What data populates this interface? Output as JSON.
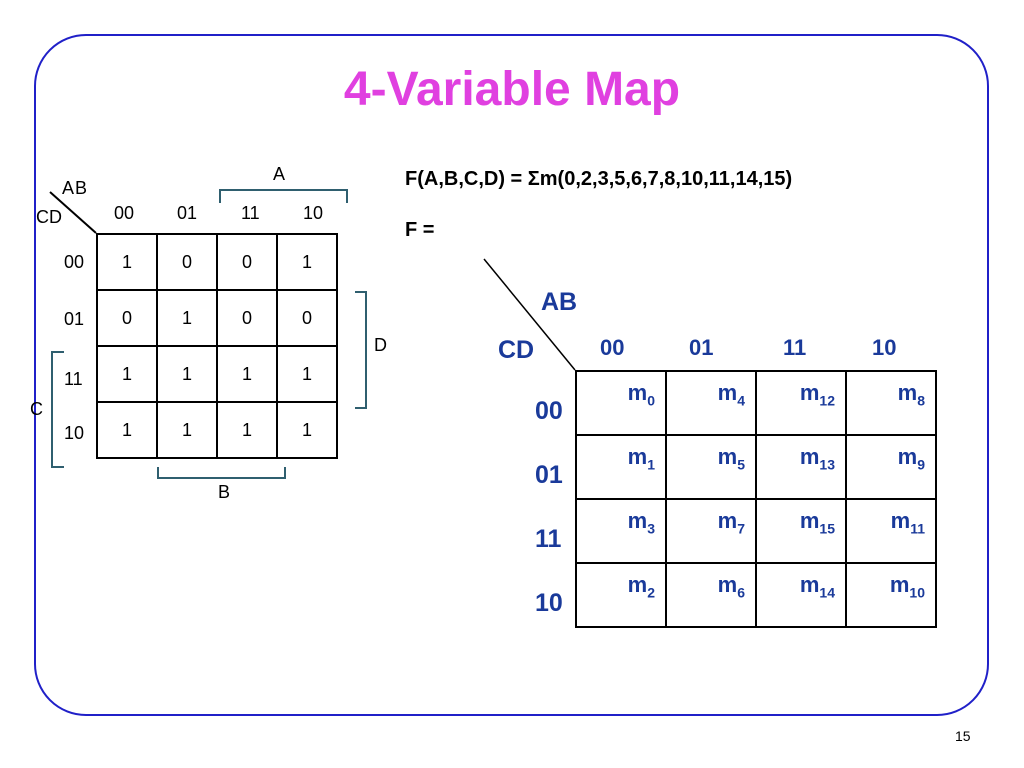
{
  "title": "4-Variable Map",
  "page_number": "15",
  "formula": {
    "function_line": "F(A,B,C,D) = Σm(0,2,3,5,6,7,8,10,11,14,15)",
    "f_label": "F ="
  },
  "left_map": {
    "corner_top": "AB",
    "corner_bottom": "CD",
    "col_headers": [
      "00",
      "01",
      "11",
      "10"
    ],
    "row_headers": [
      "00",
      "01",
      "11",
      "10"
    ],
    "cells": [
      [
        "1",
        "0",
        "0",
        "1"
      ],
      [
        "0",
        "1",
        "0",
        "0"
      ],
      [
        "1",
        "1",
        "1",
        "1"
      ],
      [
        "1",
        "1",
        "1",
        "1"
      ]
    ],
    "bracket_labels": {
      "top": "A",
      "right": "D",
      "left": "C",
      "bottom": "B"
    }
  },
  "right_map": {
    "corner_top": "AB",
    "corner_bottom": "CD",
    "col_headers": [
      "00",
      "01",
      "11",
      "10"
    ],
    "row_headers": [
      "00",
      "01",
      "11",
      "10"
    ],
    "cell_prefix": "m",
    "cells": [
      [
        "0",
        "4",
        "12",
        "8"
      ],
      [
        "1",
        "5",
        "13",
        "9"
      ],
      [
        "3",
        "7",
        "15",
        "11"
      ],
      [
        "2",
        "6",
        "14",
        "10"
      ]
    ]
  },
  "colors": {
    "title": "#e040e0",
    "frame": "#2020c8",
    "map_text": "#1a3a9a",
    "bracket": "#2f5f6f"
  }
}
